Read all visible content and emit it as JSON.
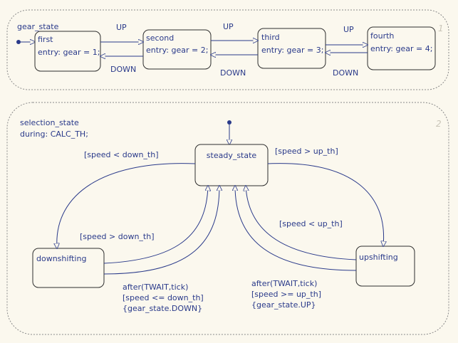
{
  "gear_state": {
    "name": "gear_state",
    "index": "1",
    "states": [
      {
        "name": "first",
        "entry": "entry: gear = 1;"
      },
      {
        "name": "second",
        "entry": "entry: gear = 2;"
      },
      {
        "name": "third",
        "entry": "entry: gear = 3;"
      },
      {
        "name": "fourth",
        "entry": "entry: gear = 4;"
      }
    ],
    "up_label": "UP",
    "down_label": "DOWN"
  },
  "selection_state": {
    "name": "selection_state",
    "during": "during: CALC_TH;",
    "index": "2",
    "steady": "steady_state",
    "down": "downshifting",
    "up": "upshifting",
    "t_to_down": "[speed < down_th]",
    "t_to_up": "[speed > up_th]",
    "t_down_back": "[speed > down_th]",
    "t_up_back": "[speed < up_th]",
    "after_down": [
      "after(TWAIT,tick)",
      "[speed <= down_th]",
      "{gear_state.DOWN}"
    ],
    "after_up": [
      "after(TWAIT,tick)",
      "[speed >= up_th]",
      "{gear_state.UP}"
    ]
  },
  "colors": {
    "line": "#2a3a8a",
    "dashed": "#8a8a8a",
    "state_fill": "#fbf8ee",
    "state_stroke": "#2e2e2e"
  }
}
